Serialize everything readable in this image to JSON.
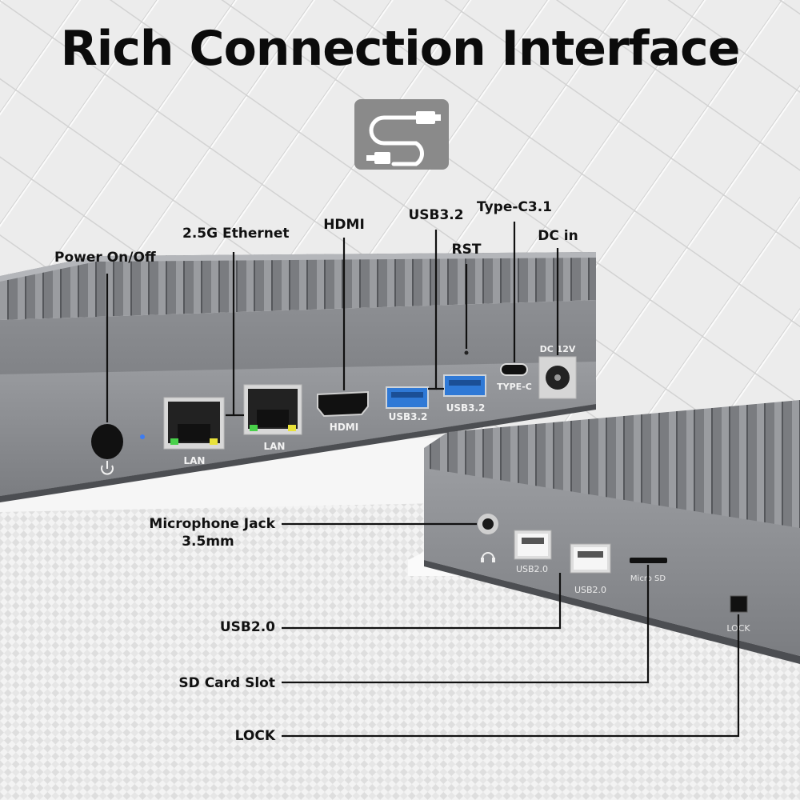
{
  "title": "Rich Connection Interface",
  "icon": "usb-cable-icon",
  "colors": {
    "accent_gray": "#8a8a8a",
    "usb3_blue": "#2f79d6",
    "led_green": "#49d14a",
    "led_yellow": "#e8e23a",
    "led_blue": "#3e7cf0"
  },
  "callouts": {
    "power": "Power On/Off",
    "ethernet": "2.5G Ethernet",
    "hdmi": "HDMI",
    "usb32": "USB3.2",
    "rst": "RST",
    "typec": "Type-C3.1",
    "dcin": "DC in",
    "mic_line1": "Microphone Jack",
    "mic_line2": "3.5mm",
    "usb20": "USB2.0",
    "sd": "SD Card Slot",
    "lock": "LOCK"
  },
  "device_labels": {
    "lan1": "LAN",
    "lan2": "LAN",
    "hdmi": "HDMI",
    "usb32_a": "USB3.2",
    "usb32_b": "USB3.2",
    "typec": "TYPE-C",
    "dc": "DC 12V",
    "usb20_a": "USB2.0",
    "usb20_b": "USB2.0",
    "microsd": "Micro SD",
    "lock": "LOCK"
  }
}
